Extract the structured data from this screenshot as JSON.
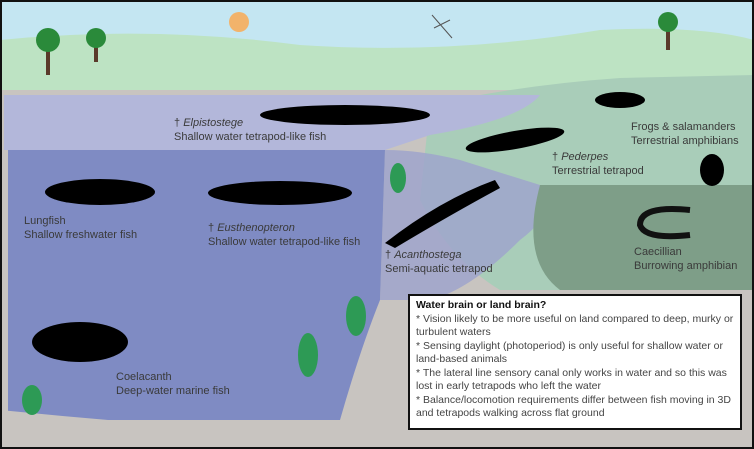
{
  "colors": {
    "sky": "#c4e6f2",
    "hills": "#bde3c3",
    "shallow": "#b3b7da",
    "deep": "#7f8bc3",
    "land": "#a9cdb9",
    "darkland": "#7e9e88",
    "ground": "#c8c4c0",
    "sun": "#f2b36b"
  },
  "icons": [
    "sun-icon",
    "dragonfly-icon",
    "tree-icon",
    "seaweed-icon"
  ],
  "labels": {
    "elpistostege": {
      "dagger": "†",
      "name": "Elpistostege",
      "desc": "Shallow water tetrapod-like fish"
    },
    "lungfish": {
      "name": "Lungfish",
      "desc": "Shallow freshwater fish"
    },
    "eusthenopteron": {
      "dagger": "†",
      "name": "Eusthenopteron",
      "desc": "Shallow water tetrapod-like fish"
    },
    "acanthostega": {
      "dagger": "†",
      "name": "Acanthostega",
      "desc": "Semi-aquatic tetrapod"
    },
    "pederpes": {
      "dagger": "†",
      "name": "Pederpes",
      "desc": "Terrestrial tetrapod"
    },
    "frogs": {
      "name": "Frogs & salamanders",
      "desc": "Terrestrial amphibians"
    },
    "caecilian": {
      "name": "Caecillian",
      "desc": "Burrowing amphibian"
    },
    "coelacanth": {
      "name": "Coelacanth",
      "desc": "Deep-water marine fish"
    }
  },
  "infobox": {
    "title": "Water brain or land brain?",
    "points": [
      "* Vision likely to be more useful on land compared to deep, murky or turbulent waters",
      "* Sensing daylight (photoperiod) is only useful for shallow water or land-based animals",
      "* The lateral line sensory canal only works in water and so this was lost in early tetrapods who left the water",
      "* Balance/locomotion requirements differ between fish moving in 3D and tetrapods walking across flat ground"
    ]
  }
}
